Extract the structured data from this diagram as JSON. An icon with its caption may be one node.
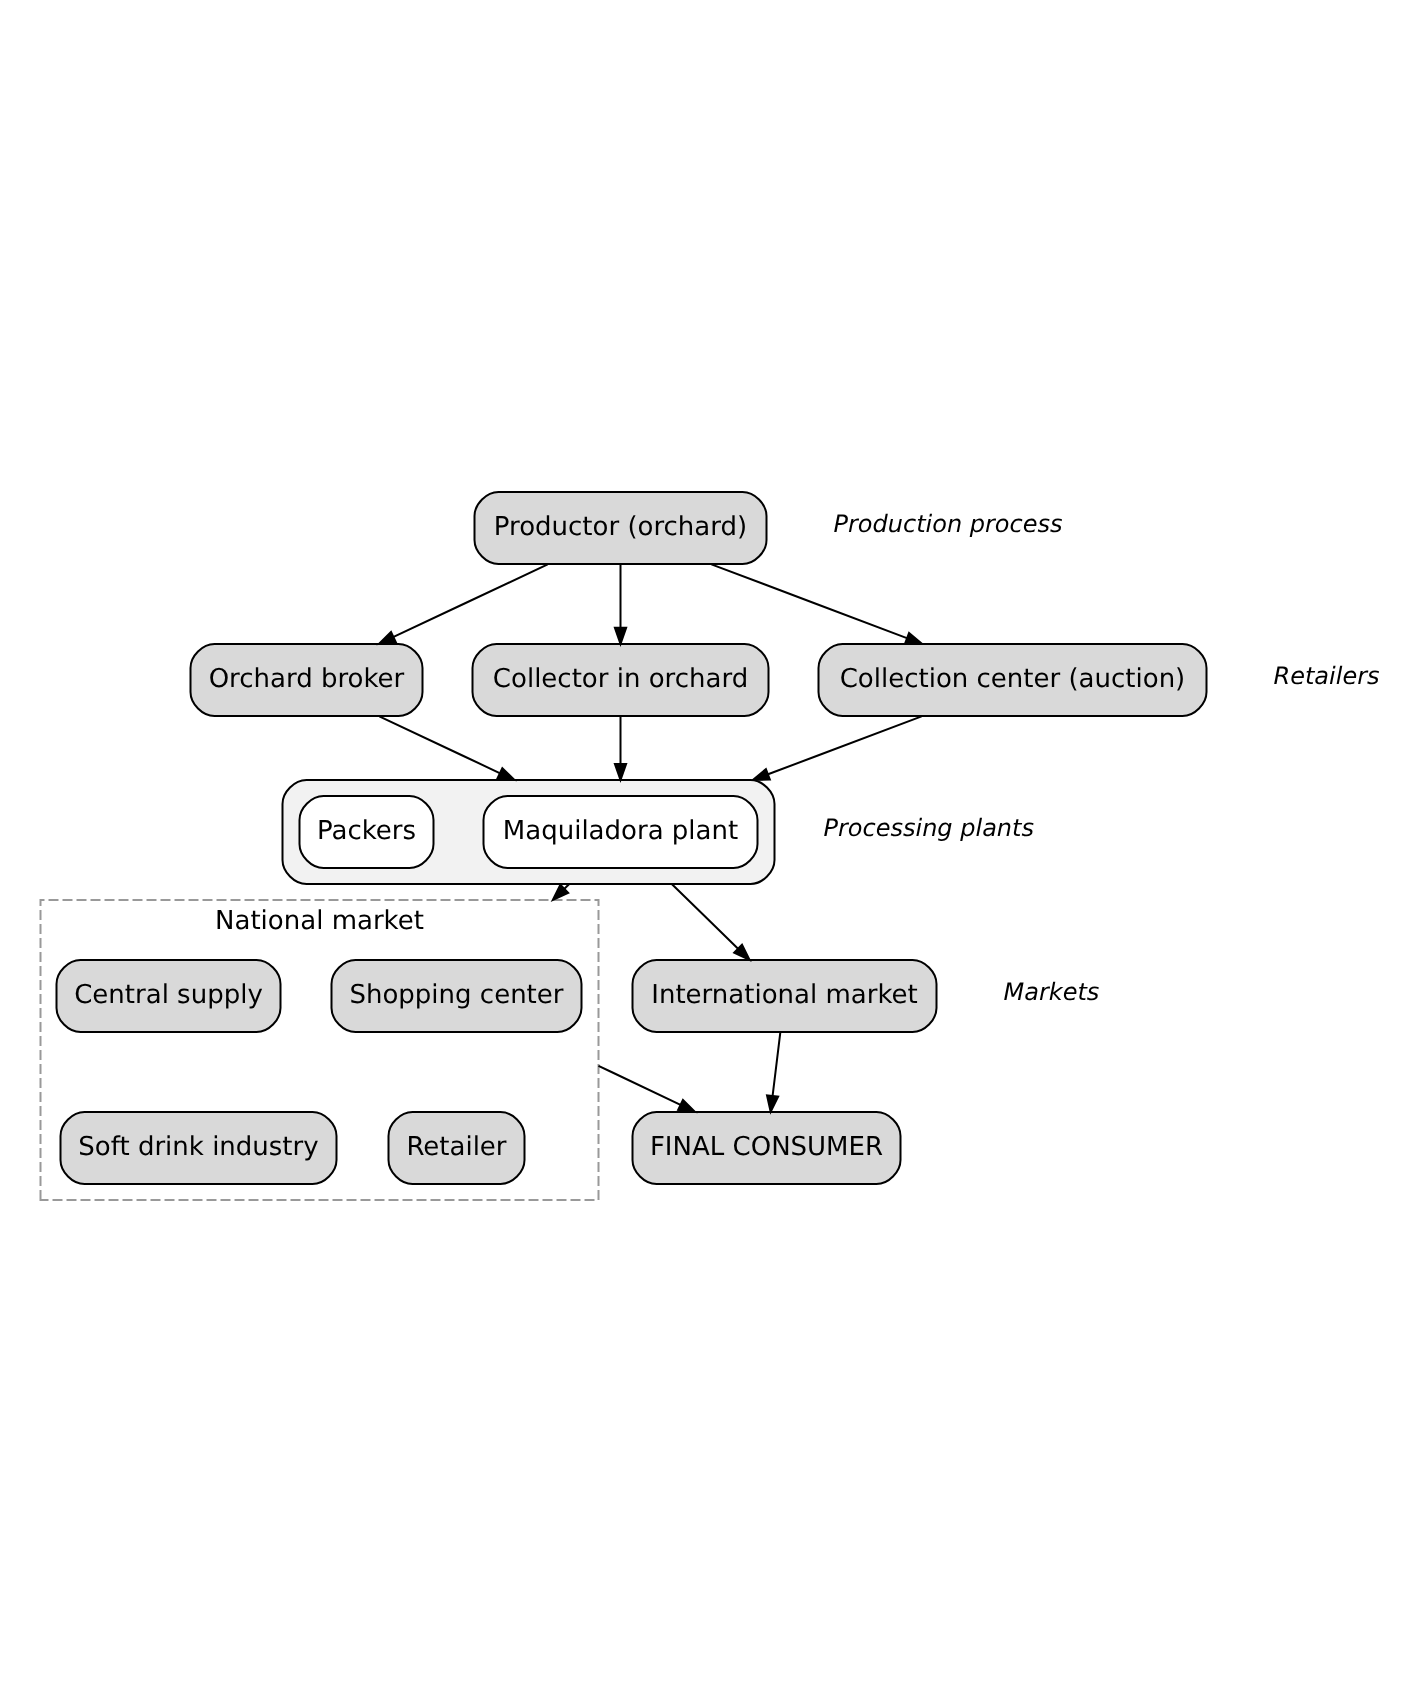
{
  "diagram": {
    "nodes": [
      {
        "text": [
          "Productor (orchard)"
        ]
      },
      {
        "text": [
          "Orchard broker"
        ]
      },
      {
        "text": [
          "Collector in orchard"
        ]
      },
      {
        "text": [
          "Collection center (auction)"
        ]
      },
      {
        "text": [],
        "shape": "box"
      },
      {
        "text": [
          "Maquiladora plant"
        ],
        "in": 4
      },
      {
        "text": [
          "Packers"
        ],
        "in": 4
      },
      {
        "text": [
          "National market"
        ]
      },
      {
        "text": [
          "Shopping center"
        ],
        "in": 7
      },
      {
        "text": [
          "Central supply"
        ],
        "in": 7
      },
      {
        "text": [
          "Retailer"
        ],
        "in": 7
      },
      {
        "text": [
          "Soft drink industry"
        ],
        "in": 7
      },
      {
        "text": [
          "International market"
        ]
      },
      {
        "text": [
          "FINAL CONSUMER"
        ]
      }
    ],
    "edges": [
      {
        "from": 0,
        "to": 1,
        "arrow": "to"
      },
      {
        "from": 0,
        "to": 2,
        "arrow": "to"
      },
      {
        "from": 0,
        "to": 3,
        "arrow": "to"
      },
      {
        "from": 1,
        "to": 4,
        "arrow": "to"
      },
      {
        "from": 2,
        "to": 4,
        "arrow": "to"
      },
      {
        "from": 3,
        "to": 4,
        "arrow": "to"
      },
      {
        "from": 4,
        "to": 7,
        "arrow": "to"
      },
      {
        "from": 4,
        "to": 12,
        "arrow": "to"
      },
      {
        "from": 7,
        "to": 13,
        "arrow": "to"
      },
      {
        "from": 12,
        "to": 13,
        "arrow": "to"
      }
    ],
    "labels": [
      "Production process",
      "Retailers",
      "Processing plants",
      "Markets"
    ]
  }
}
